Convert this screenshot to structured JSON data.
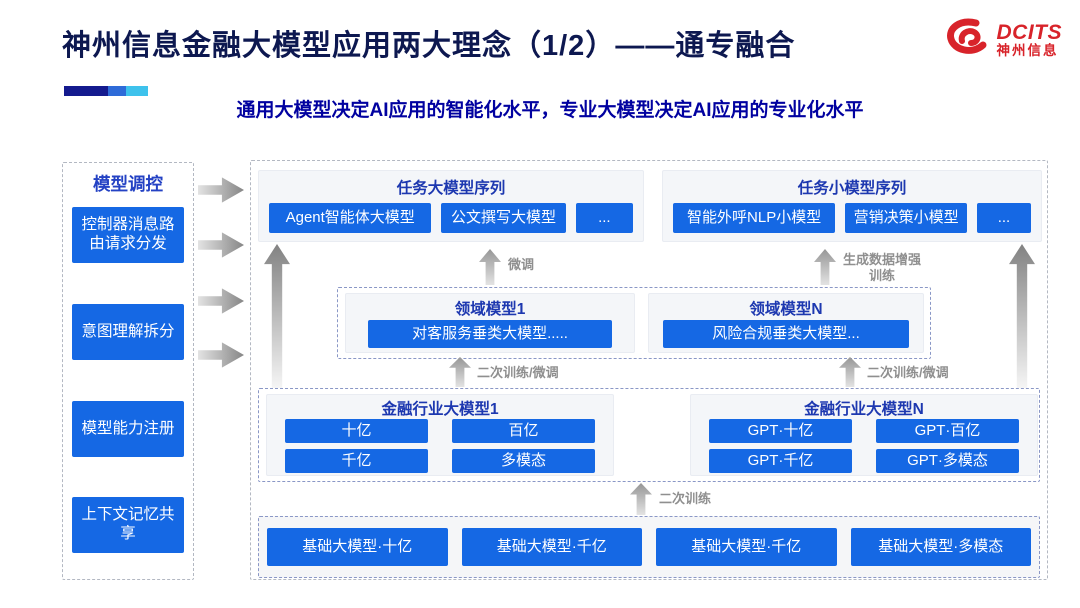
{
  "header": {
    "title": "神州信息金融大模型应用两大理念（1/2）——通专融合",
    "subtitle": "通用大模型决定AI应用的智能化水平，专业大模型决定AI应用的专业化水平",
    "logo": {
      "brand": "DCITS",
      "brand_cn": "神州信息",
      "icon": "dcits-swirl-icon"
    }
  },
  "colors": {
    "button_blue": "#1568e4",
    "heading_blue": "#1d38b0",
    "title_navy": "#0d1850",
    "subtitle_navy": "#0101a0",
    "logo_red": "#d8232a",
    "arrow_gray": "#8f8f8f",
    "accent_bar": [
      "#141a8e",
      "#2e6bd8",
      "#3ec2ec"
    ]
  },
  "sidebar": {
    "title": "模型调控",
    "items": [
      "控制器消息路由请求分发",
      "意图理解拆分",
      "模型能力注册",
      "上下文记忆共享"
    ]
  },
  "diagram": {
    "task_large": {
      "title": "任务大模型序列",
      "items": [
        "Agent智能体大模型",
        "公文撰写大模型",
        "..."
      ]
    },
    "task_small": {
      "title": "任务小模型序列",
      "items": [
        "智能外呼NLP小模型",
        "营销决策小模型",
        "..."
      ]
    },
    "labels": {
      "finetune": "微调",
      "gen_data_training": "生成数据增强训练",
      "retrain_finetune_left": "二次训练/微调",
      "retrain_finetune_right": "二次训练/微调",
      "retrain": "二次训练"
    },
    "domain": {
      "groups": [
        {
          "title": "领域模型1",
          "items": [
            "对客服务垂类大模型....."
          ]
        },
        {
          "title": "领域模型N",
          "items": [
            "风险合规垂类大模型..."
          ]
        }
      ]
    },
    "industry": {
      "groups": [
        {
          "title": "金融行业大模型1",
          "items": [
            "十亿",
            "百亿",
            "千亿",
            "多模态"
          ]
        },
        {
          "title": "金融行业大模型N",
          "items": [
            "GPT·十亿",
            "GPT·百亿",
            "GPT·千亿",
            "GPT·多模态"
          ]
        }
      ]
    },
    "base": {
      "items": [
        "基础大模型·十亿",
        "基础大模型·千亿",
        "基础大模型·千亿",
        "基础大模型·多模态"
      ]
    }
  }
}
